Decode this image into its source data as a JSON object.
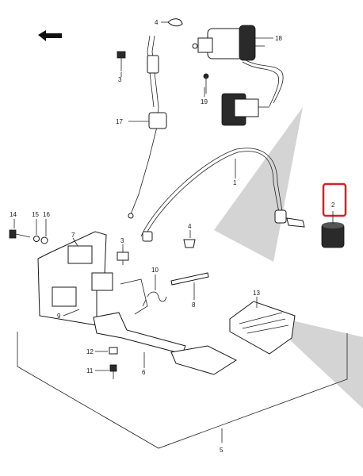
{
  "colors": {
    "highlight_box": "#d6202a",
    "watermark": "#d4d4d4",
    "line": "#222222"
  },
  "highlighted_callout": "2",
  "callouts": {
    "c1": "1",
    "c2": "2",
    "c3a": "3",
    "c3b": "3",
    "c4a": "4",
    "c4b": "4",
    "c5": "5",
    "c6": "6",
    "c7": "7",
    "c8": "8",
    "c9": "9",
    "c10": "10",
    "c11": "11",
    "c12": "12",
    "c13": "13",
    "c14": "14",
    "c15": "15",
    "c16": "16",
    "c17": "17",
    "c18": "18",
    "c19": "19"
  },
  "icons": {
    "front_arrow": "front-direction-arrow-icon",
    "watermark": "watermark-logo"
  }
}
